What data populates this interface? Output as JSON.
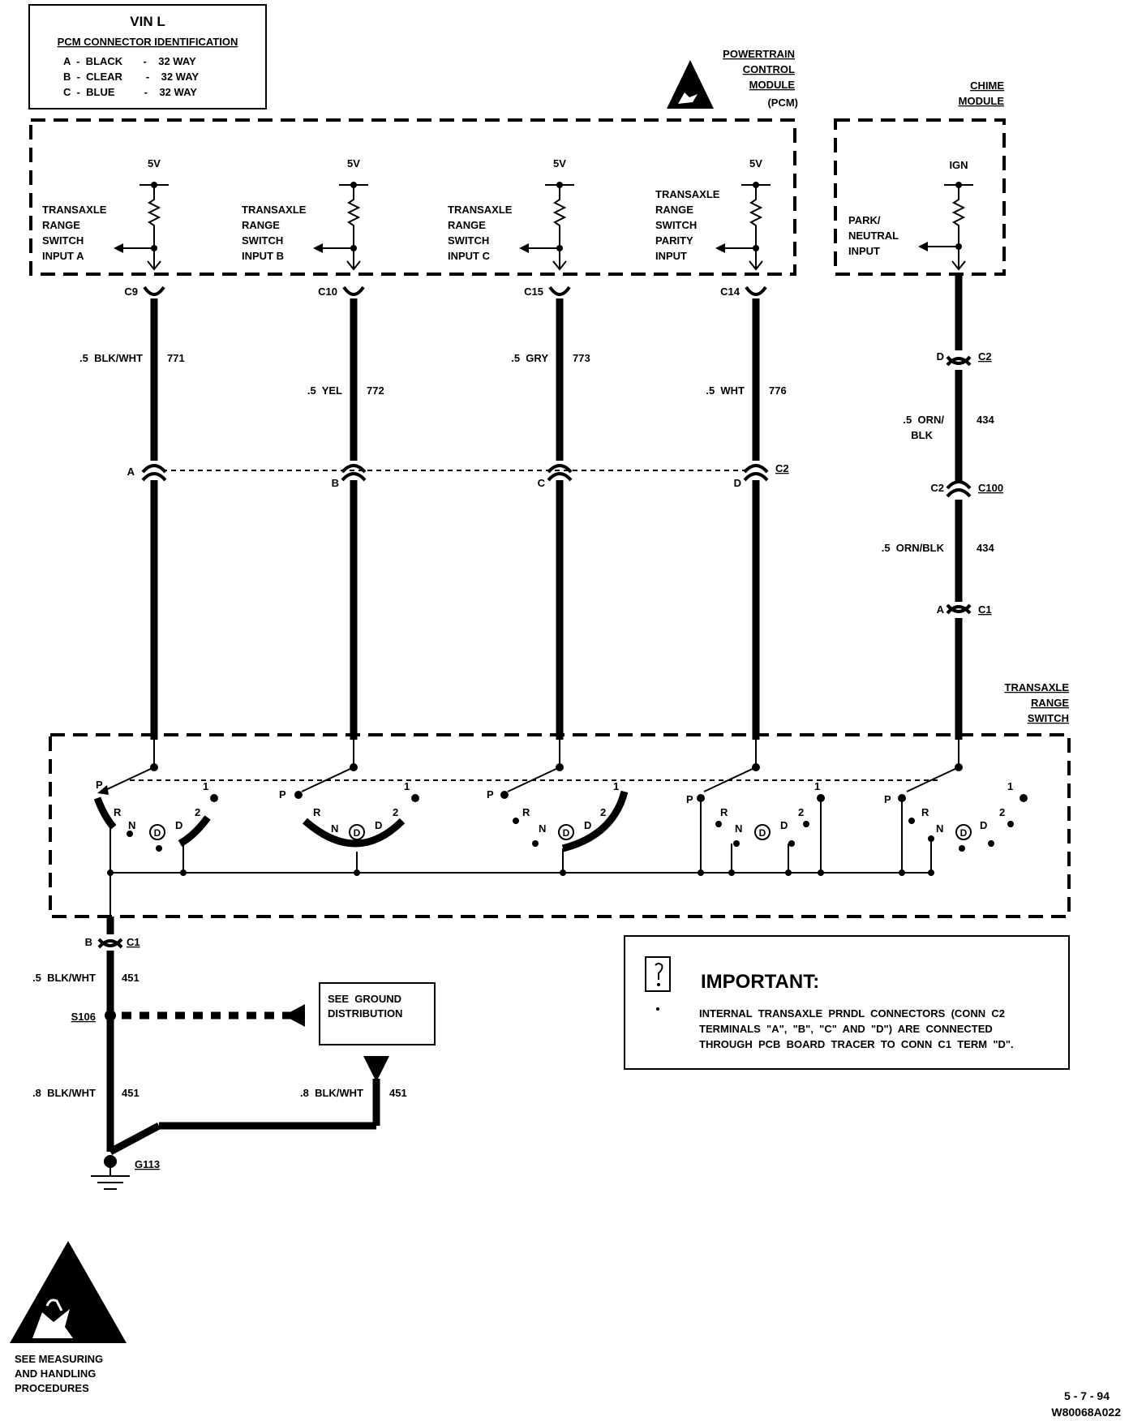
{
  "vin_box": {
    "title": "VIN L",
    "subtitle": "PCM CONNECTOR IDENTIFICATION",
    "rows": [
      "A  -  BLACK       -    32 WAY",
      "B  -  CLEAR        -    32 WAY",
      "C  -  BLUE          -    32 WAY"
    ]
  },
  "pcm": {
    "label": [
      "POWERTRAIN",
      "CONTROL",
      "MODULE",
      "(PCM)"
    ],
    "voltages": [
      "5V",
      "5V",
      "5V",
      "5V"
    ],
    "inputs": [
      [
        "TRANSAXLE",
        "RANGE",
        "SWITCH",
        "INPUT  A"
      ],
      [
        "TRANSAXLE",
        "RANGE",
        "SWITCH",
        "INPUT  B"
      ],
      [
        "TRANSAXLE",
        "RANGE",
        "SWITCH",
        "INPUT  C"
      ],
      [
        "TRANSAXLE",
        "RANGE",
        "SWITCH",
        "PARITY",
        "INPUT"
      ]
    ],
    "pins": [
      "C9",
      "C10",
      "C15",
      "C14"
    ]
  },
  "chime": {
    "label": [
      "CHIME",
      "MODULE"
    ],
    "ign": "IGN",
    "input": [
      "PARK/",
      "NEUTRAL",
      "INPUT"
    ]
  },
  "wires": [
    {
      "color": ".5  BLK/WHT",
      "circuit": "771",
      "term": "A"
    },
    {
      "color": ".5  YEL",
      "circuit": "772",
      "term": "B"
    },
    {
      "color": ".5  GRY",
      "circuit": "773",
      "term": "C"
    },
    {
      "color": ".5  WHT",
      "circuit": "776",
      "term": "D"
    }
  ],
  "c2_label": "C2",
  "chime_wire": {
    "conn1_term": "D",
    "conn1": "C2",
    "wire1_color": [
      ".5  ORN/",
      "BLK"
    ],
    "wire1_circuit": "434",
    "conn2_term": "C2",
    "conn2": "C100",
    "wire2_color": ".5  ORN/BLK",
    "wire2_circuit": "434",
    "conn3_term": "A",
    "conn3": "C1"
  },
  "switch": {
    "label": [
      "TRANSAXLE",
      "RANGE",
      "SWITCH"
    ],
    "positions": [
      "P",
      "R",
      "N",
      "D",
      "D",
      "2",
      "1"
    ]
  },
  "ground": {
    "conn_term": "B",
    "conn": "C1",
    "wire1_color": ".5  BLK/WHT",
    "wire1_circuit": "451",
    "splice": "S106",
    "see_ground": [
      "SEE  GROUND",
      "DISTRIBUTION"
    ],
    "wire2_color": ".8  BLK/WHT",
    "wire2_circuit": "451",
    "wire3_color": ".8  BLK/WHT",
    "wire3_circuit": "451",
    "ground_point": "G113"
  },
  "important": {
    "title": "IMPORTANT:",
    "lines": [
      "INTERNAL  TRANSAXLE  PRNDL  CONNECTORS  (CONN  C2",
      "TERMINALS  \"A\",  \"B\",  \"C\"  AND  \"D\")  ARE  CONNECTED",
      "THROUGH  PCB  BOARD  TRACER  TO  CONN  C1  TERM  \"D\"."
    ]
  },
  "esd_note": [
    "SEE MEASURING",
    "AND HANDLING",
    "PROCEDURES"
  ],
  "footer": {
    "date": "5 - 7 - 94",
    "code": "W80068A022"
  }
}
